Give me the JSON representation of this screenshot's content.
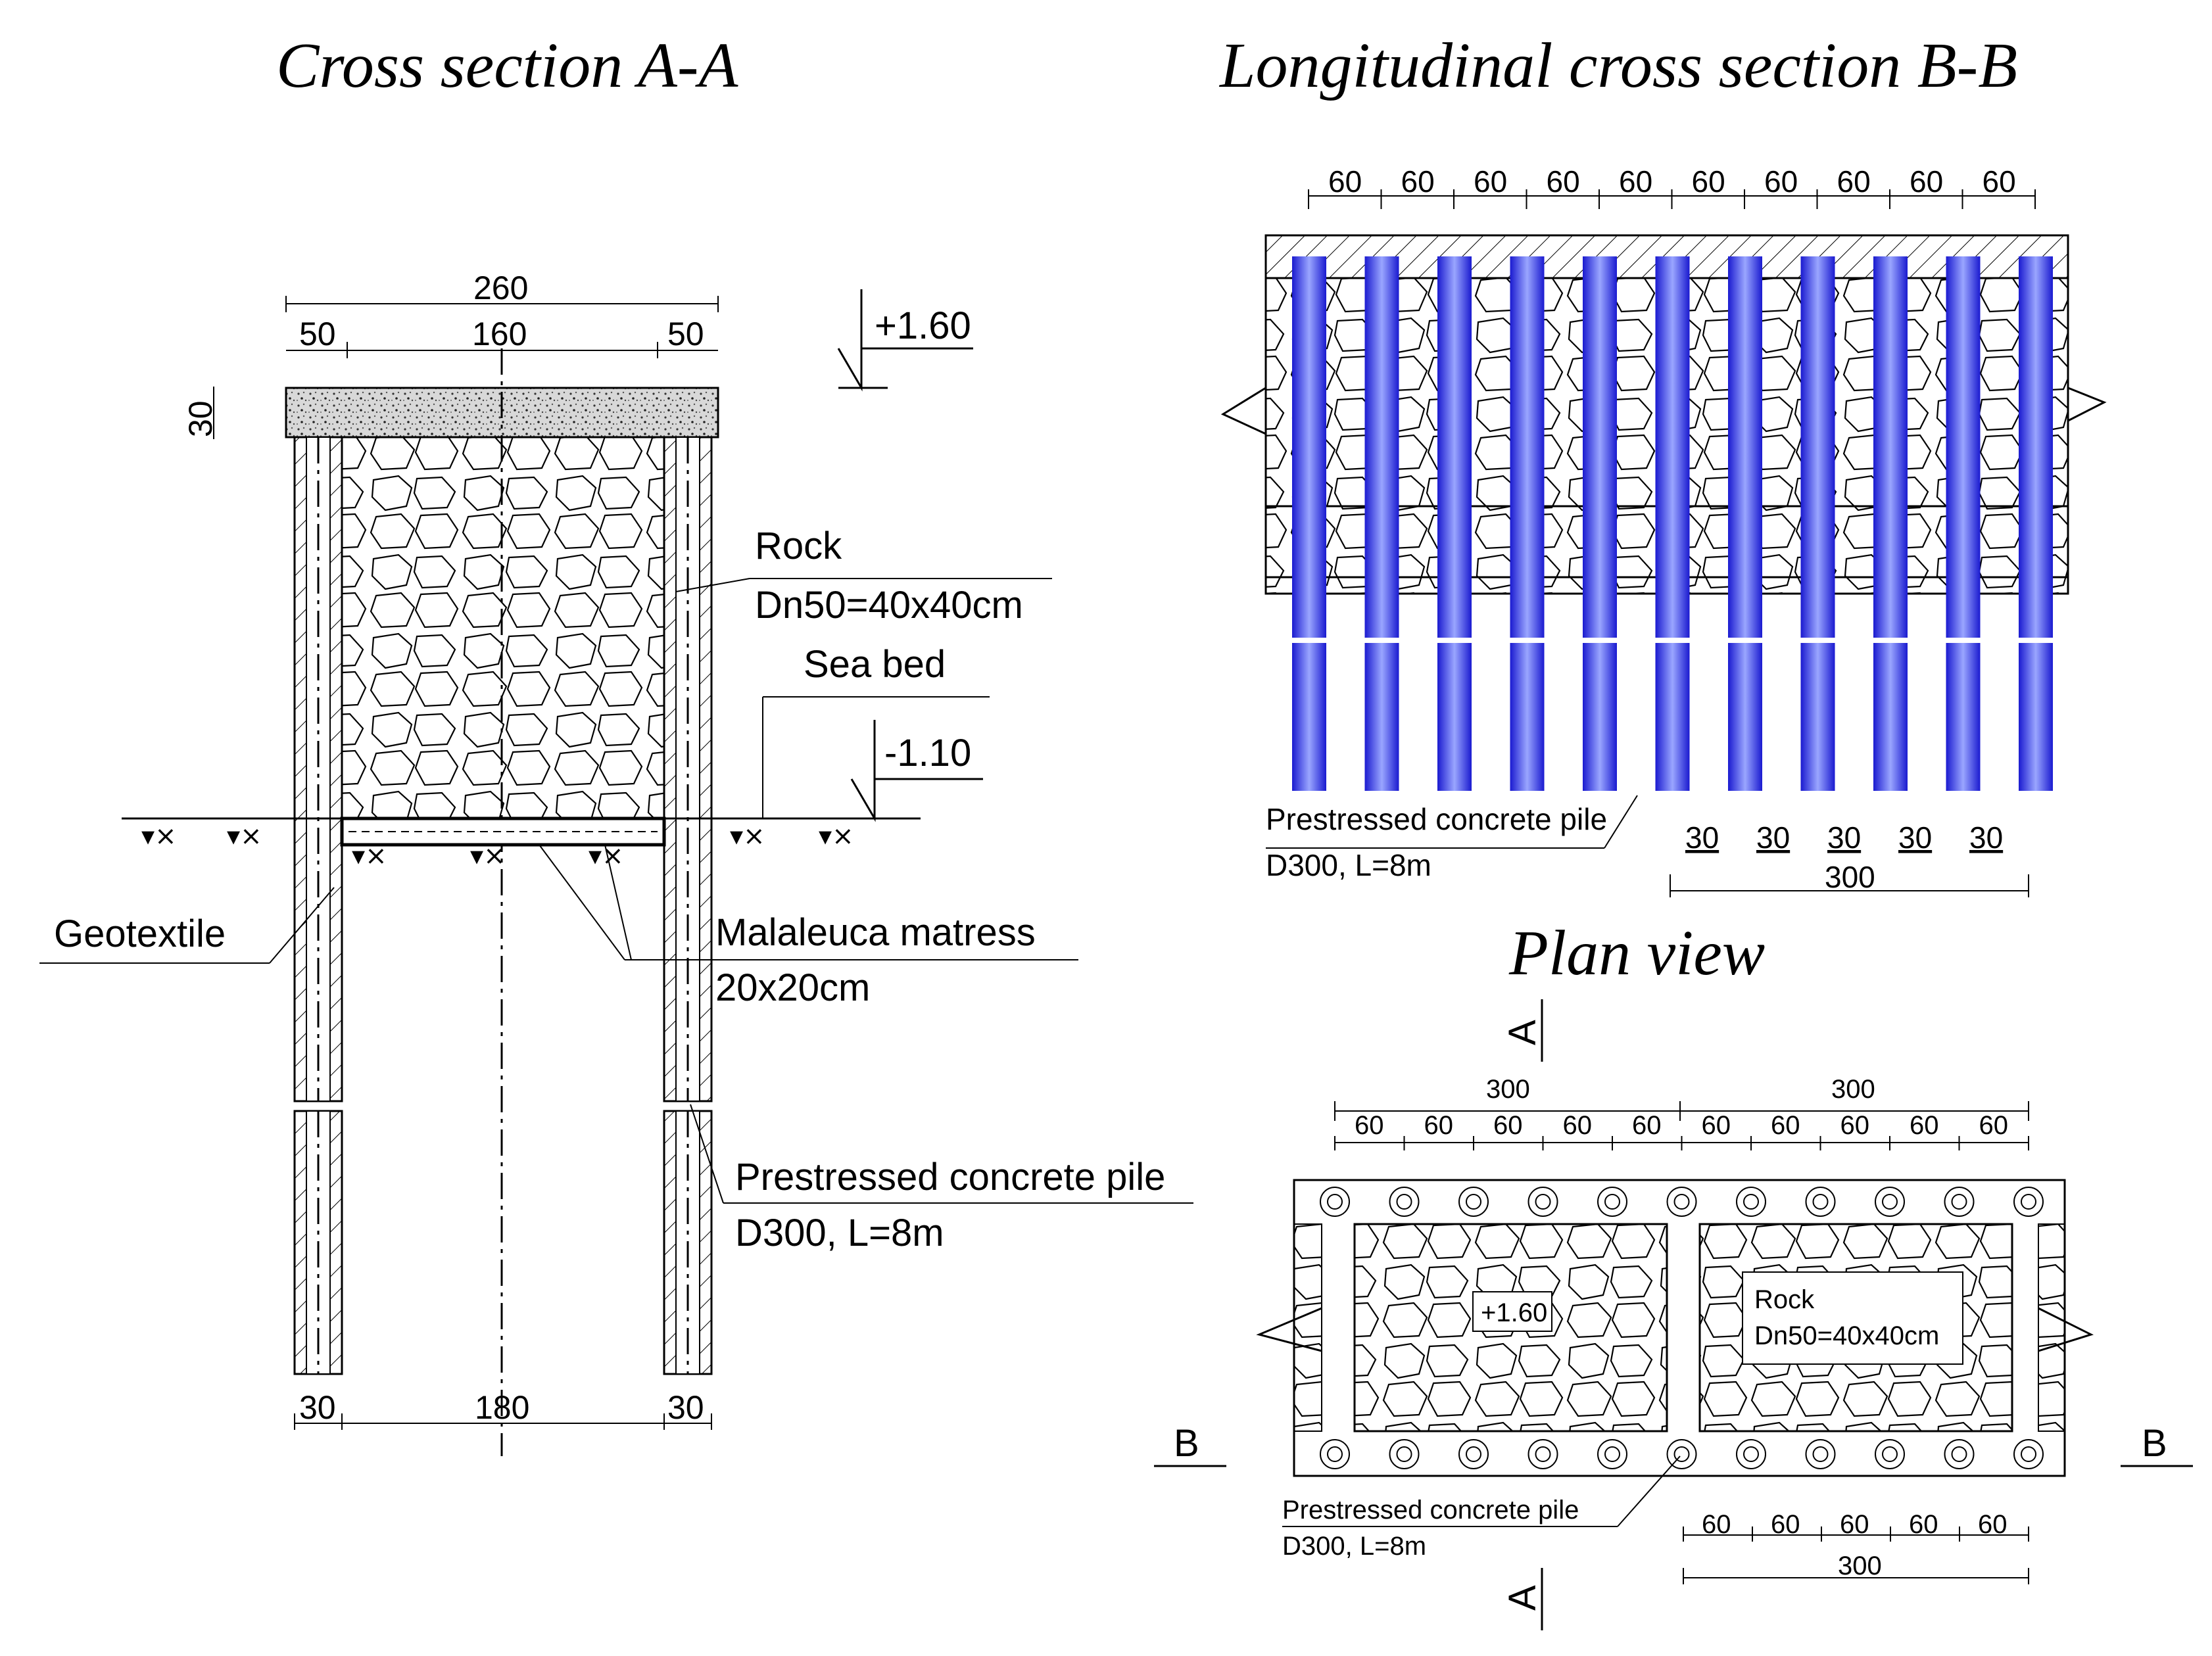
{
  "titles": {
    "cross_section": "Cross section A-A",
    "longitudinal": "Longitudinal cross section B-B",
    "plan": "Plan view"
  },
  "cross_section": {
    "dim_total_width": "260",
    "dim_left": "50",
    "dim_middle": "160",
    "dim_right": "50",
    "dim_cap_height": "30",
    "level_top": "+1.60",
    "level_seabed": "-1.10",
    "rock_label": "Rock",
    "rock_size": "Dn50=40x40cm",
    "seabed_label": "Sea bed",
    "geotextile_label": "Geotextile",
    "mattress_label": "Malaleuca matress",
    "mattress_size": "20x20cm",
    "pile_label": "Prestressed concrete pile",
    "pile_size": "D300, L=8m",
    "dim_bottom_left": "30",
    "dim_bottom_middle": "180",
    "dim_bottom_right": "30"
  },
  "longitudinal": {
    "spacing_labels": [
      "60",
      "60",
      "60",
      "60",
      "60",
      "60",
      "60",
      "60",
      "60",
      "60"
    ],
    "pile_count": 11,
    "pile_color": "#2f2fe0",
    "pile_label": "Prestressed concrete pile",
    "pile_size": "D300, L=8m",
    "pile_diameter_labels": [
      "30",
      "30",
      "30",
      "30",
      "30"
    ],
    "dim_total": "300"
  },
  "plan": {
    "section_mark_a": "A",
    "section_mark_b": "B",
    "dim_half_left": "300",
    "dim_half_right": "300",
    "spacing_labels": [
      "60",
      "60",
      "60",
      "60",
      "60",
      "60",
      "60",
      "60",
      "60",
      "60"
    ],
    "level_label": "+1.60",
    "rock_label": "Rock",
    "rock_size": "Dn50=40x40cm",
    "pile_label": "Prestressed concrete pile",
    "pile_size": "D300, L=8m",
    "bottom_spacing_labels": [
      "60",
      "60",
      "60",
      "60",
      "60"
    ],
    "dim_bottom_total": "300"
  }
}
